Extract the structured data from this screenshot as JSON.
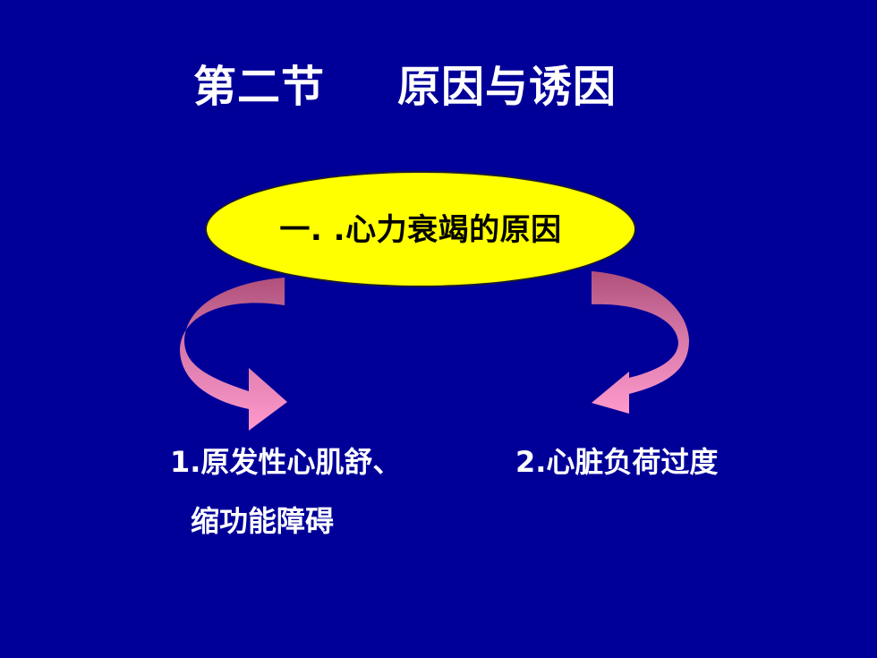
{
  "slide": {
    "title_part1": "第二节",
    "title_part2": "原因与诱因",
    "ellipse_text": "一. .心力衰竭的原因",
    "left_label_line1": "1.原发性心肌舒、",
    "left_label_line2": "缩功能障碍",
    "right_label": "2.心脏负荷过度"
  },
  "colors": {
    "background": "#000099",
    "ellipse_fill": "#ffff00",
    "arrow_fill_top": "#b0507a",
    "arrow_fill_bottom": "#ff99cc",
    "text": "#ffffff"
  },
  "icons": [
    "curved-arrow-left-icon",
    "curved-arrow-right-icon"
  ]
}
